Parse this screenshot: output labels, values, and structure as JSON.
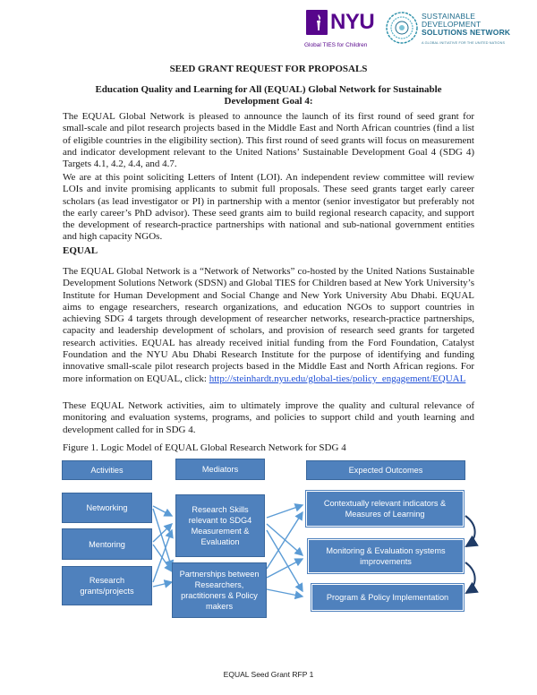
{
  "header": {
    "nyu_wordmark": "NYU",
    "nyu_subtitle": "Global TIES for Children",
    "sdsn_line1": "SUSTAINABLE DEVELOPMENT",
    "sdsn_line2": "SOLUTIONS NETWORK",
    "sdsn_tagline": "A GLOBAL INITIATIVE FOR THE UNITED NATIONS"
  },
  "document": {
    "title": "SEED GRANT REQUEST FOR PROPOSALS",
    "subtitle": "Education Quality and Learning for All (EQUAL) Global Network for Sustainable Development Goal 4:",
    "paragraph1": "The EQUAL Global Network is pleased to announce the launch of its first round of seed grant for small-scale and pilot research projects based in the Middle East and North African countries (find a list of eligible countries in the eligibility section). This first round of seed grants will focus on measurement and indicator development relevant to the United Nations’ Sustainable Development Goal 4 (SDG 4) Targets 4.1, 4.2, 4.4, and 4.7.",
    "paragraph2": "We are at this point soliciting Letters of Intent (LOI). An independent review committee will review LOIs and invite promising applicants to submit full proposals. These seed grants target early career scholars (as lead investigator or PI) in partnership with a mentor (senior investigator but preferably not the early career’s PhD advisor). These seed grants aim to build regional research capacity, and support the development of research-practice partnerships with national and sub-national government entities and high capacity NGOs.",
    "section_heading": "EQUAL",
    "paragraph3": "The EQUAL Global Network is a “Network of Networks” co-hosted by the United Nations Sustainable Development Solutions Network (SDSN) and Global TIES for Children based at New York University’s Institute for Human Development and Social Change and New York University Abu Dhabi. EQUAL aims to engage researchers, research organizations, and education NGOs to support countries in achieving SDG 4 targets through development of researcher networks, research-practice partnerships, capacity and leadership development of scholars, and provision of research seed grants for targeted research activities. EQUAL has already received initial funding from the Ford Foundation, Catalyst Foundation and the NYU Abu Dhabi Research Institute for the purpose of identifying and funding innovative small-scale pilot research projects based in the Middle East and North African regions. For more information on EQUAL, click: ",
    "link_text": "http://steinhardt.nyu.edu/global-ties/policy_engagement/EQUAL",
    "paragraph4": "These EQUAL Network activities, aim to ultimately improve the quality and cultural relevance of monitoring and evaluation systems, programs, and policies to support child and youth learning and development called for in SDG 4.",
    "figure_caption": "Figure 1. Logic Model of EQUAL Global Research Network for SDG 4"
  },
  "diagram": {
    "header_activities": "Activities",
    "header_mediators": "Mediators",
    "header_outcomes": "Expected Outcomes",
    "activity_networking": "Networking",
    "activity_mentoring": "Mentoring",
    "activity_grants": "Research grants/projects",
    "mediator_skills": "Research Skills relevant to SDG4 Measurement & Evaluation",
    "mediator_partnerships": "Partnerships between Researchers, practitioners & Policy makers",
    "outcome_indicators": "Contextually relevant indicators & Measures of Learning",
    "outcome_me": "Monitoring & Evaluation systems improvements",
    "outcome_policy": "Program & Policy Implementation",
    "arrow_color": "#5b9bd5",
    "box_color": "#4f81bd"
  },
  "footer": {
    "text": "EQUAL Seed Grant RFP 1"
  }
}
